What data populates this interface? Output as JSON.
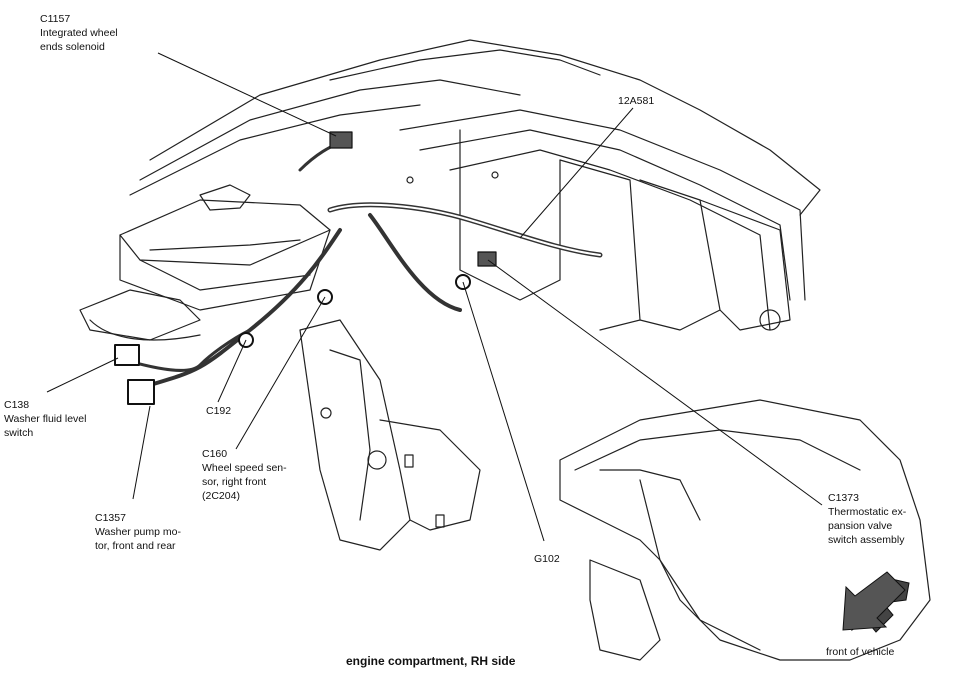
{
  "caption": "engine compartment, RH side",
  "front_label": "front of vehicle",
  "callouts": {
    "c1157": {
      "code": "C1157",
      "desc": "Integrated wheel\nends solenoid"
    },
    "harness": {
      "code": "12A581"
    },
    "c138": {
      "code": "C138",
      "desc": "Washer fluid level\nswitch"
    },
    "c192": {
      "code": "C192"
    },
    "c160": {
      "code": "C160",
      "desc": "Wheel speed sen-\nsor, right front\n(2C204)"
    },
    "c1357": {
      "code": "C1357",
      "desc": "Washer pump mo-\ntor, front and rear"
    },
    "g102": {
      "code": "G102"
    },
    "c1373": {
      "code": "C1373",
      "desc": "Thermostatic ex-\npansion valve\nswitch assembly"
    }
  }
}
